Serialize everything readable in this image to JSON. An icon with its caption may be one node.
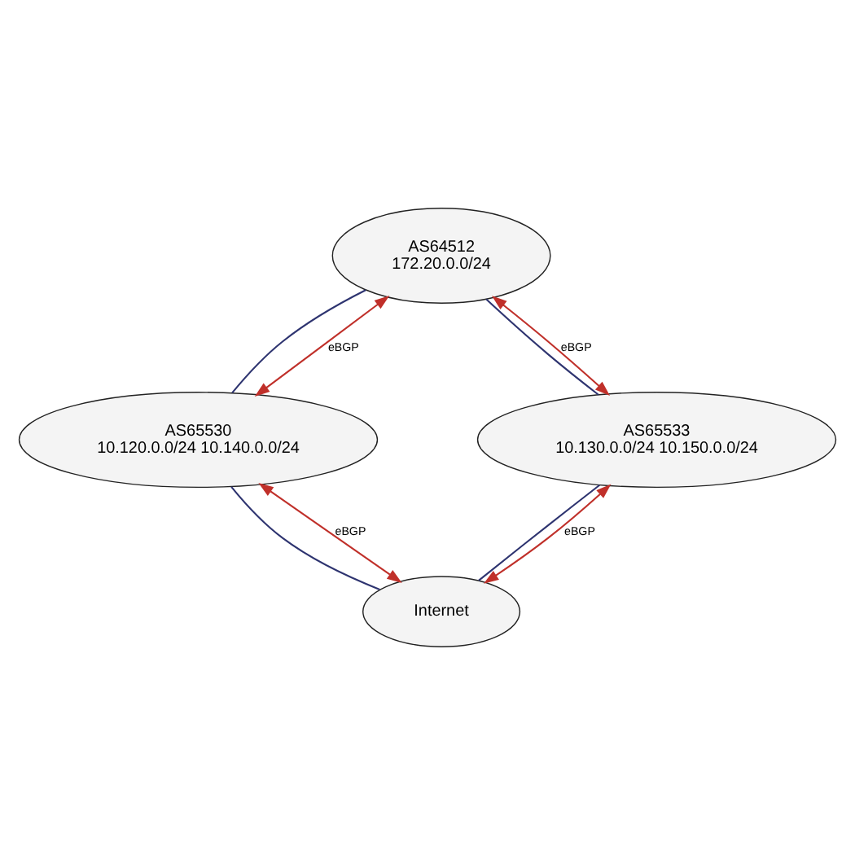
{
  "diagram": {
    "nodes": [
      {
        "text": [
          "AS64512",
          "172.20.0.0/24"
        ]
      },
      {
        "text": [
          "AS65530",
          "10.120.0.0/24 10.140.0.0/24"
        ]
      },
      {
        "text": [
          "AS65533",
          "10.130.0.0/24 10.150.0.0/24"
        ]
      },
      {
        "text": [
          "Internet"
        ]
      }
    ],
    "edges": [
      {
        "from": 0,
        "to": 1,
        "arrow": "none"
      },
      {
        "from": 0,
        "to": 1,
        "arrow": "both",
        "label": "eBGP",
        "color": "#c0302a"
      },
      {
        "from": 0,
        "to": 2,
        "arrow": "none"
      },
      {
        "from": 0,
        "to": 2,
        "arrow": "both",
        "label": "eBGP",
        "color": "#c0302a"
      },
      {
        "from": 1,
        "to": 3,
        "arrow": "none"
      },
      {
        "from": 1,
        "to": 3,
        "arrow": "both",
        "label": "eBGP",
        "color": "#c0302a"
      },
      {
        "from": 2,
        "to": 3,
        "arrow": "none"
      },
      {
        "from": 2,
        "to": 3,
        "arrow": "both",
        "label": "eBGP",
        "color": "#c0302a"
      }
    ]
  }
}
